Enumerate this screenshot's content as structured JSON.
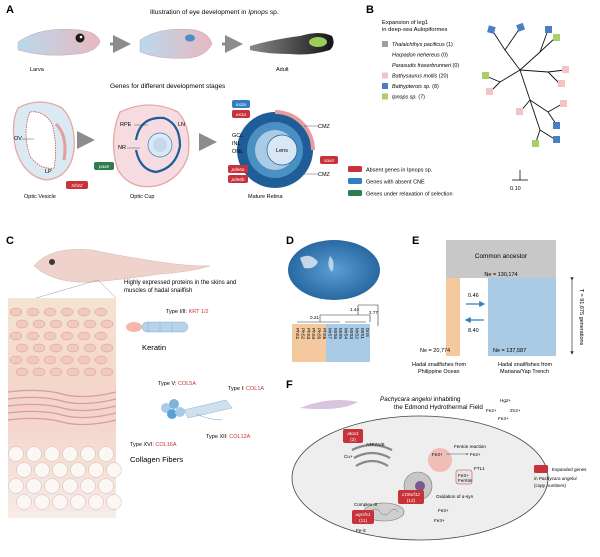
{
  "panelA": {
    "letter": "A",
    "title_prefix": "Illustration of eye development in ",
    "title_species": "Ipnops",
    "title_suffix": " sp.",
    "stages": [
      "Larva",
      "",
      "Adult"
    ],
    "genes_title": "Genes for different development stages",
    "vesicle_labels": [
      "OV",
      "LP"
    ],
    "cup_labels": [
      "RPE",
      "NR",
      "LN"
    ],
    "retina_labels": [
      "GCL",
      "INL",
      "ONL",
      "CMZ",
      "CMZ",
      "Lens"
    ],
    "gene_tags": {
      "pax6": "pax6",
      "tshz2": "tshz2",
      "irx2a": "irx2a",
      "ex1a": "ex1a",
      "sox4": "sox4",
      "pde6a": "pde6a",
      "pde6b": "pde6b"
    },
    "stage_captions": [
      "Optic Vesicle",
      "Optic Cup",
      "Mature Retina"
    ],
    "legend": [
      "Absent genes in Ipnops sp.",
      "Genes with absent CNE",
      "Genes under relaxation of selection"
    ],
    "colors": {
      "red": "#c8323a",
      "blue": "#2f7fc1",
      "green": "#2e7d4f"
    }
  },
  "panelB": {
    "letter": "B",
    "title_line1": "Expansion of leg1",
    "title_line2": "in deep-sea Aulopiformes",
    "species": [
      {
        "name": "Thalaichthys pacificus",
        "count": "(1)",
        "color": "#9e9e9e"
      },
      {
        "name": "Harpadon nehereus",
        "count": "(0)",
        "color": ""
      },
      {
        "name": "Parasudis fraserbrunneri",
        "count": "(0)",
        "color": ""
      },
      {
        "name": "Bathysaurus mollis",
        "count": "(20)",
        "color": "#f2c4c6"
      },
      {
        "name": "Bathypterois sp.",
        "count": "(8)",
        "color": "#4a7fc2"
      },
      {
        "name": "Ipnops sp.",
        "count": "(7)",
        "color": "#a8cf6a"
      }
    ],
    "scale": "0.10"
  },
  "panelC": {
    "letter": "C",
    "title_line1": "Highly expressed proteins in the skins and",
    "title_line2": "muscles of hadal snailfish",
    "keratin_type": "Type I/II:",
    "keratin_gene": "KRT 1/2",
    "keratin_label": "Keratin",
    "collagen_types": [
      {
        "type": "Type V:",
        "gene": "COL5A"
      },
      {
        "type": "Type I:",
        "gene": "COL1A"
      },
      {
        "type": "Type XII:",
        "gene": "COL12A"
      },
      {
        "type": "Type  XVI:",
        "gene": "COL16A"
      }
    ],
    "collagen_label": "Collagen Fibers"
  },
  "panelD": {
    "letter": "D",
    "node_values": [
      "2.77",
      "1.44",
      "0.21"
    ],
    "philippine_samples": [
      "PhS1",
      "PhS2",
      "PhS3",
      "PhS4",
      "PhS5",
      "PhS6"
    ],
    "mariana_samples": [
      "MrS7",
      "MrS6",
      "MrS5",
      "MrS4",
      "MrS3",
      "MrS2",
      "MrS1"
    ],
    "outgroup": "DnS"
  },
  "panelE": {
    "letter": "E",
    "ancestor": "Common ancestor",
    "ne_ancestor": "Ne = 130,174",
    "ne_left": "Ne = 20,774",
    "ne_right": "Ne = 137,587",
    "migration_top": "0.46",
    "migration_bottom": "8.40",
    "time": "T = 91,675 generations",
    "left_caption_1": "Hadal snailfishes from",
    "left_caption_2": "Philippine Ocean",
    "right_caption_1": "Hadal snailfishes from",
    "right_caption_2": "Mariana/Yap Trench"
  },
  "panelF": {
    "letter": "F",
    "title_species": "Pachycara angeloi",
    "title_suffix": " inhabiting",
    "title_line2": "the Edmond Hydrothermal Field",
    "ions": [
      "Hg2+",
      "Fe2+",
      "Fe3+",
      "Zn2+"
    ],
    "labels": {
      "atox1": "atox1",
      "atox1_n": "(2)",
      "atp7ab": "ATP7A/B",
      "cu": "Cu+",
      "fenton": "Fenton reaction",
      "fe3": "Fe3+",
      "fe2": "Fe2+",
      "ferritin": "Fe3+",
      "ftl1": "FTL1",
      "ferritin_word": "Ferritin",
      "c19": "c19orf12",
      "c19_n": "(12)",
      "oxidation": "Oxidation of α-syn",
      "complex": "Complex III",
      "uqcrfs1": "uqcrfs1",
      "uqcrfs1_n": "(11)",
      "fes": "Fe-S",
      "fe3b": "Fe3+",
      "fe3c": "Fe3+"
    },
    "legend_line1": "Expanded genes",
    "legend_line2_prefix": "in ",
    "legend_line2_species": "Pachycara angeloi",
    "legend_line3": "(copy numbers)"
  }
}
